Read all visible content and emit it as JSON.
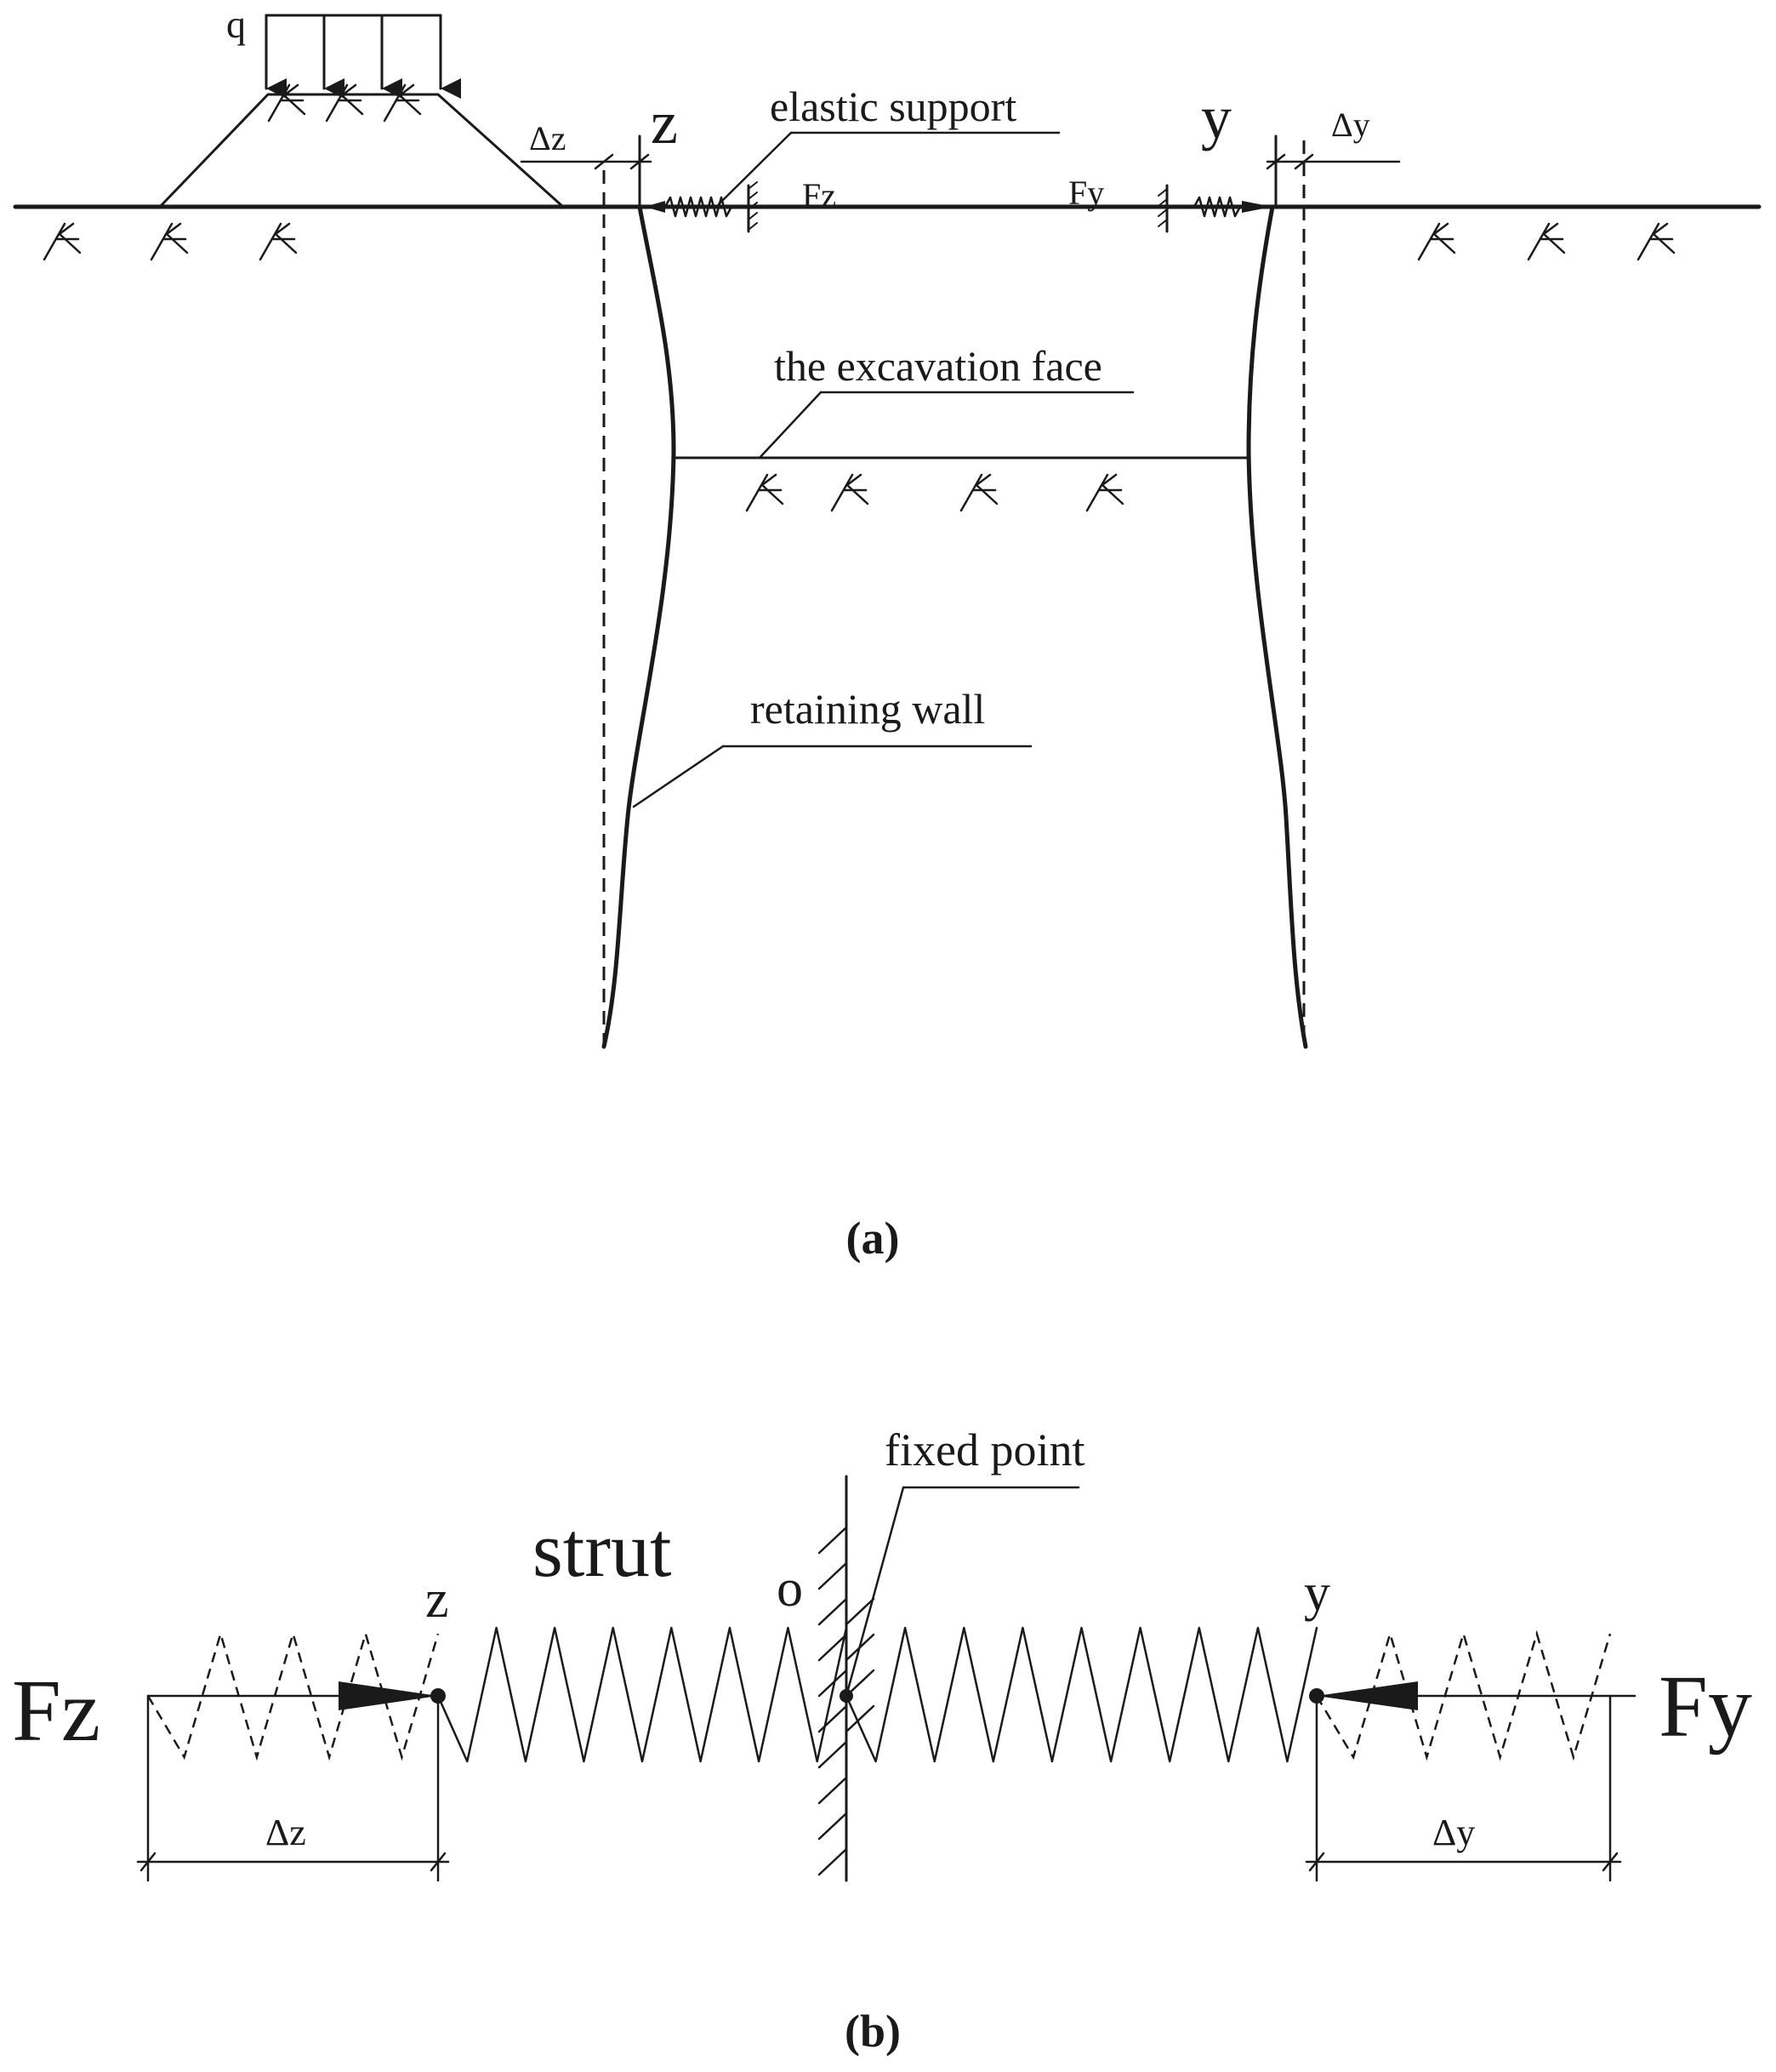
{
  "figure_a": {
    "label": "(a)",
    "load_label": "q",
    "left_top_label": "z",
    "right_top_label": "y",
    "delta_z": "Δz",
    "delta_y": "Δy",
    "force_z": "Fz",
    "force_y": "Fy",
    "callout_elastic_support": "elastic support",
    "callout_excavation_face": "the excavation face",
    "callout_retaining_wall": "retaining wall"
  },
  "figure_b": {
    "label": "(b)",
    "strut_label": "strut",
    "point_z": "z",
    "point_o": "o",
    "point_y": "y",
    "callout_fixed_point": "fixed point",
    "force_z": "Fz",
    "force_y": "Fy",
    "delta_z": "Δz",
    "delta_y": "Δy"
  }
}
